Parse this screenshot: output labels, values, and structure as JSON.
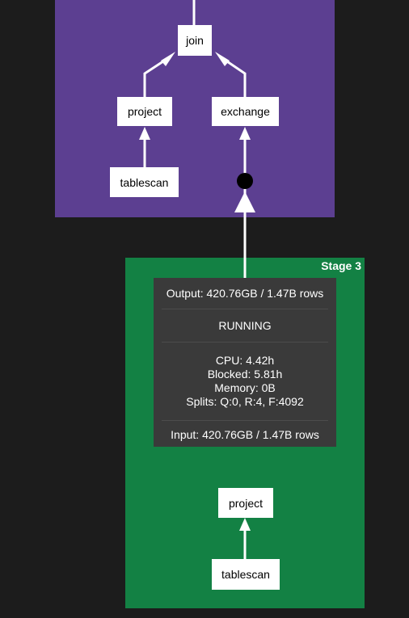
{
  "stages": {
    "upper": {
      "label": "",
      "color": "#5c3f91",
      "nodes": {
        "join": "join",
        "project": "project",
        "exchange": "exchange",
        "tablescan": "tablescan"
      }
    },
    "lower": {
      "label": "Stage 3",
      "color": "#138144",
      "stats": {
        "output": "Output: 420.76GB / 1.47B rows",
        "state": "RUNNING",
        "cpu": "CPU: 4.42h",
        "blocked": "Blocked: 5.81h",
        "memory": "Memory: 0B",
        "splits": "Splits: Q:0, R:4, F:4092",
        "input": "Input: 420.76GB / 1.47B rows"
      },
      "nodes": {
        "project": "project",
        "tablescan": "tablescan"
      }
    }
  },
  "colors": {
    "background": "#1c1c1c",
    "edge": "#ffffff",
    "node": "#ffffff",
    "stats_panel": "#3a3a3a"
  }
}
